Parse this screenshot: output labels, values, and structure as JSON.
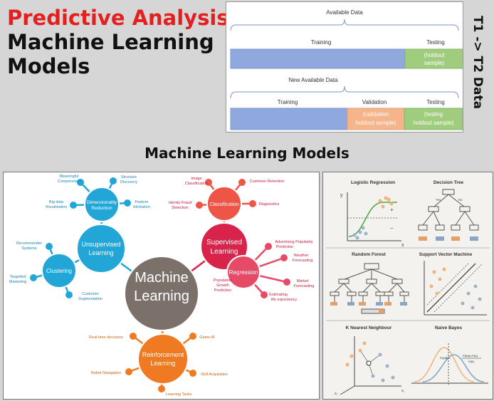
{
  "title": {
    "line1": "Predictive Analysis:",
    "line2": "Machine Learning",
    "line3": "Models"
  },
  "side_label": "T1 -> T2 Data",
  "section_title": "Machine Learning Models",
  "data_split": {
    "available": "Available Data",
    "training": "Training",
    "testing": "Testing",
    "holdout1": "(holdout",
    "holdout2": "sample)",
    "new_available": "New Available Data",
    "training2": "Training",
    "validation": "Validation",
    "testing2": "Testing",
    "val1": "(validation",
    "val2": "holdout sample)",
    "test1": "(testing",
    "test2": "holdout sample)"
  },
  "colors": {
    "train": "#8fa9df",
    "test": "#9fcd7d",
    "val": "#f6b48a",
    "ml": "#7b706a",
    "unsup": "#21a6d7",
    "sup": "#d8244b",
    "reinf": "#f07a21",
    "classif": "#ee5546",
    "regress": "#e64a66",
    "dim": "#21a6d7",
    "clust": "#21a6d7"
  },
  "mindmap": {
    "center": [
      "Machine",
      "Learning"
    ],
    "unsupervised": [
      "Unsupervised",
      "Learning"
    ],
    "supervised": [
      "Supervised",
      "Learning"
    ],
    "reinforcement": [
      "Reinforcement",
      "Learning"
    ],
    "dimensionality": [
      "Dimensionality",
      "Reduction"
    ],
    "clustering": "Clustering",
    "classification": "Classification",
    "regression": "Regression",
    "dim_leaves": {
      "meaningful": [
        "Meaningful",
        "Compression"
      ],
      "structure": [
        "Structure",
        "Discovery"
      ],
      "bigdata": [
        "Big data",
        "Visualisation"
      ],
      "feature": [
        "Feature",
        "Elicitation"
      ]
    },
    "clust_leaves": {
      "recommender": [
        "Recommender",
        "Systems"
      ],
      "targetted": [
        "Targetted",
        "Marketing"
      ],
      "customer": [
        "Customer",
        "Segmentation"
      ]
    },
    "class_leaves": {
      "image": [
        "Image",
        "Classification"
      ],
      "retention": "Customer Retention",
      "identity": [
        "Idenity Fraud",
        "Detection"
      ],
      "diagnostics": "Diagnostics"
    },
    "reg_leaves": {
      "advertising": [
        "Advertising Popularity",
        "Prediction"
      ],
      "weather": [
        "Weather",
        "Forecasting"
      ],
      "population": [
        "Population",
        "Growth",
        "Prediction"
      ],
      "market": [
        "Market",
        "Forecasting"
      ],
      "life": [
        "Estimating",
        "life expectancy"
      ]
    },
    "reinf_leaves": {
      "realtime": "Real-time decisions",
      "gameai": "Game AI",
      "robot": "Robot Navigation",
      "skill": "Skill Acquisition",
      "learning": "Learning Tasks"
    }
  },
  "algorithms": {
    "logistic": "Logistic Regression",
    "decision": "Decision Tree",
    "forest": "Random Forest",
    "svm": "Support Vector Machine",
    "knn": "K Nearest Neighbour",
    "bayes": "Naive Bayes",
    "dt_yes": "Yes",
    "dt_no": "No",
    "y": "y",
    "x": "x",
    "x1": "x₁",
    "x2": "x₂",
    "plus": "+",
    "minus": "−",
    "bayes_formula_left": "P(A|B) =",
    "bayes_formula_num": "P(B|A)·P(A)",
    "bayes_formula_den": "P(B)"
  }
}
